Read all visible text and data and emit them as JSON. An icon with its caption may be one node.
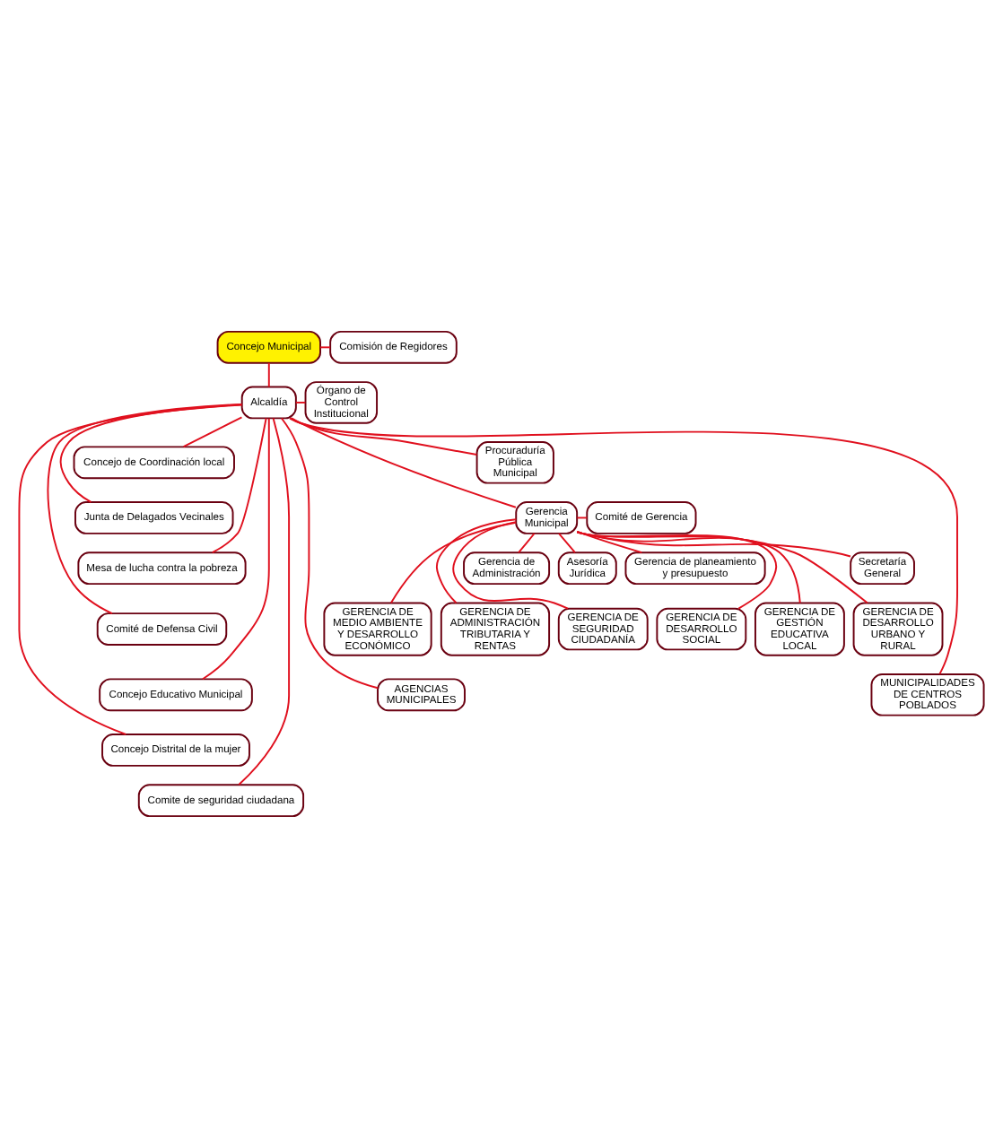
{
  "diagram": {
    "nodes": [
      {
        "text": [
          "Concejo Municipal"
        ]
      },
      {
        "text": [
          "Comisión de Regidores"
        ]
      },
      {
        "text": [
          "Órgano de Control Institucional"
        ]
      },
      {
        "text": [
          "Alcaldía"
        ]
      },
      {
        "text": [
          "Concejo de Coordinación local"
        ]
      },
      {
        "text": [
          "Junta de Delagados Vecinales"
        ]
      },
      {
        "text": [
          "Mesa de lucha contra la pobreza"
        ]
      },
      {
        "text": [
          "Comité de Defensa Civil"
        ]
      },
      {
        "text": [
          "Concejo Educativo Municipal"
        ]
      },
      {
        "text": [
          "Concejo Distrital de la mujer"
        ]
      },
      {
        "text": [
          "Comite de seguridad ciudadana"
        ]
      },
      {
        "text": [
          "Procuraduría Pública Municipal"
        ]
      },
      {
        "text": [
          "Gerencia Municipal"
        ]
      },
      {
        "text": [
          "Comité de Gerencia"
        ]
      },
      {
        "text": [
          "Secretaría General"
        ]
      },
      {
        "text": [
          "Gerencia de Administración"
        ]
      },
      {
        "text": [
          "Asesoría Jurídica"
        ]
      },
      {
        "text": [
          "Gerencia de planeamiento y presupuesto"
        ]
      },
      {
        "text": [
          "GERENCIA DE DESARROLLO URBANO Y RURAL"
        ]
      },
      {
        "text": [
          "GERENCIA DE DESARROLLO SOCIAL"
        ]
      },
      {
        "text": [
          "GERENCIA DE GESTIÓN EDUCATIVA LOCAL"
        ]
      },
      {
        "text": [
          "GERENCIA DE MEDIO AMBIENTE Y DESARROLLO ECONÓMICO"
        ]
      },
      {
        "text": [
          "GERENCIA DE ADMINISTRACIÓN TRIBUTARIA Y RENTAS"
        ]
      },
      {
        "text": [
          "GERENCIA DE SEGURIDAD CIUDADANÍA"
        ]
      },
      {
        "text": [
          "MUNICIPALIDADES DE CENTROS POBLADOS"
        ]
      },
      {
        "text": [
          "AGENCIAS MUNICIPALES"
        ]
      }
    ],
    "edges": [
      {
        "from": 0,
        "to": 1,
        "arrow": "none"
      },
      {
        "from": 0,
        "to": 3,
        "arrow": "none"
      },
      {
        "from": 3,
        "to": 2,
        "arrow": "none"
      },
      {
        "from": 3,
        "to": 4,
        "arrow": "none"
      },
      {
        "from": 3,
        "to": 5,
        "arrow": "none"
      },
      {
        "from": 3,
        "to": 6,
        "arrow": "none"
      },
      {
        "from": 3,
        "to": 7,
        "arrow": "none"
      },
      {
        "from": 3,
        "to": 8,
        "arrow": "none"
      },
      {
        "from": 3,
        "to": 9,
        "arrow": "none"
      },
      {
        "from": 3,
        "to": 10,
        "arrow": "none"
      },
      {
        "from": 3,
        "to": 11,
        "arrow": "none"
      },
      {
        "from": 3,
        "to": 12,
        "arrow": "none"
      },
      {
        "from": 12,
        "to": 13,
        "arrow": "none"
      },
      {
        "from": 12,
        "to": 14,
        "arrow": "none"
      },
      {
        "from": 12,
        "to": 15,
        "arrow": "none"
      },
      {
        "from": 12,
        "to": 16,
        "arrow": "none"
      },
      {
        "from": 12,
        "to": 17,
        "arrow": "none"
      },
      {
        "from": 12,
        "to": 18,
        "arrow": "none"
      },
      {
        "from": 12,
        "to": 19,
        "arrow": "none"
      },
      {
        "from": 12,
        "to": 20,
        "arrow": "none"
      },
      {
        "from": 12,
        "to": 21,
        "arrow": "none"
      },
      {
        "from": 12,
        "to": 22,
        "arrow": "none"
      },
      {
        "from": 12,
        "to": 23,
        "arrow": "none"
      },
      {
        "from": 3,
        "to": 24,
        "arrow": "none"
      },
      {
        "from": 3,
        "to": 25,
        "arrow": "none"
      }
    ]
  }
}
